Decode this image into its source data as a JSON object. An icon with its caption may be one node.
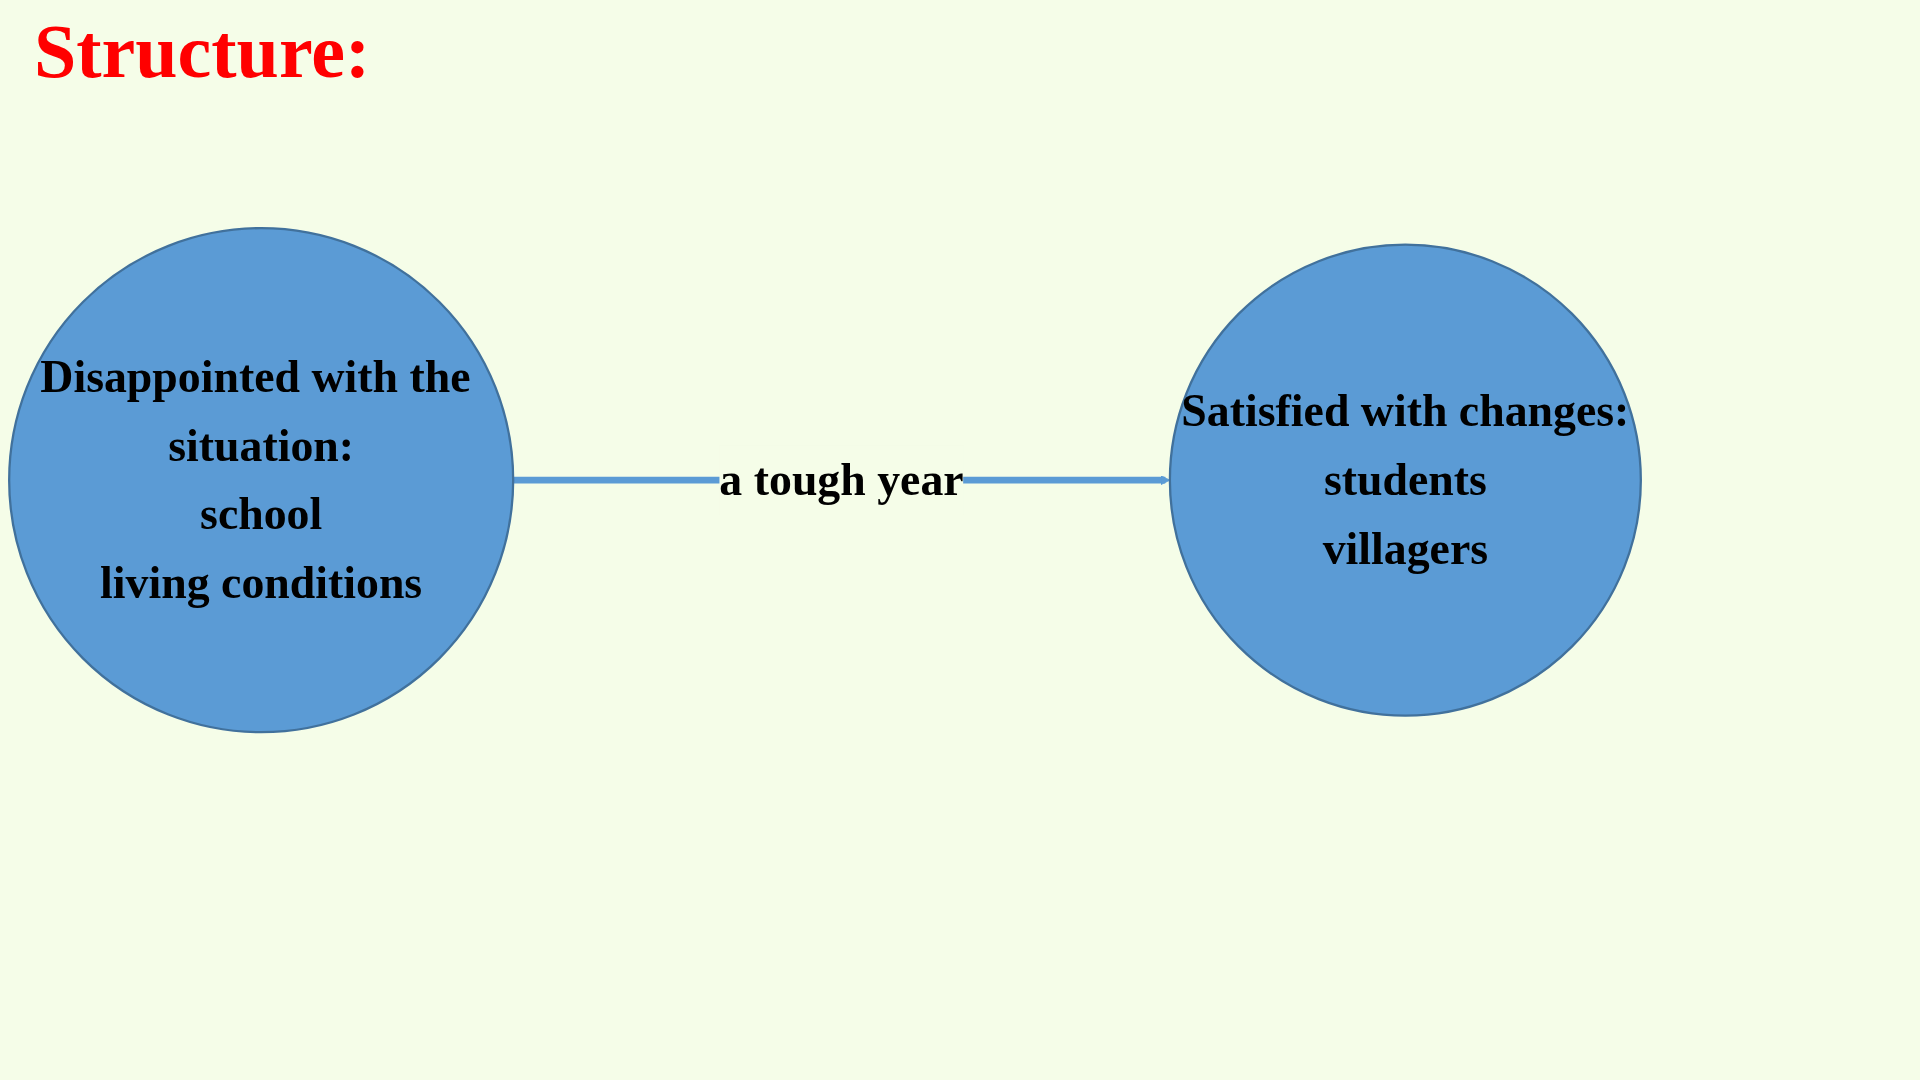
{
  "diagram": {
    "title": "Structure:",
    "nodes": [
      {
        "text": [
          "Disappointed with the situation:",
          "school",
          "living conditions"
        ]
      },
      {
        "text": [
          "Satisfied with changes:",
          "students",
          "villagers"
        ]
      }
    ],
    "edges": [
      {
        "from": 0,
        "to": 1,
        "arrow": "to",
        "label": "a tough year"
      }
    ]
  }
}
